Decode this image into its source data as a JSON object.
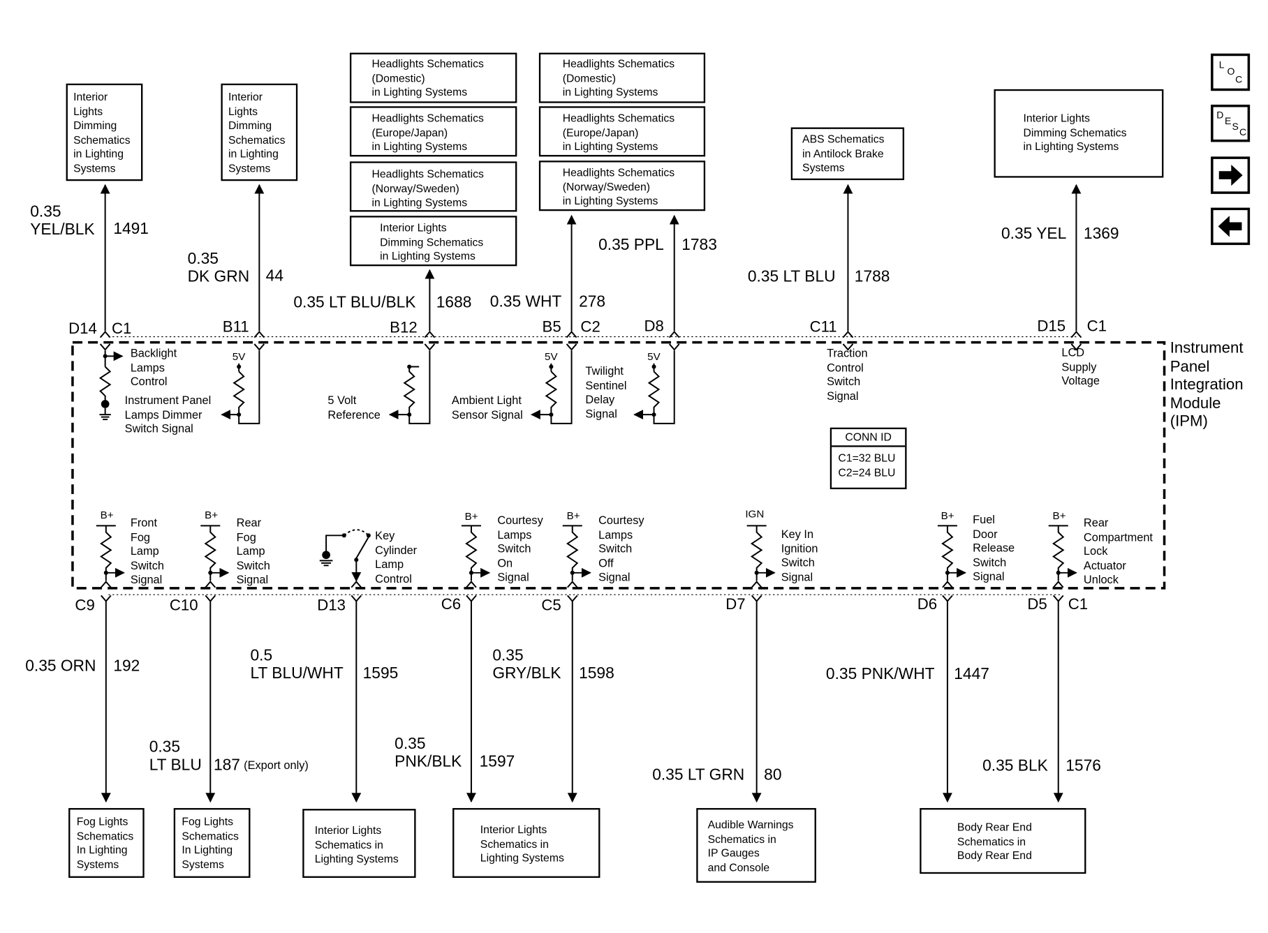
{
  "module_label": "Instrument\nPanel\nIntegration\nModule\n(IPM)",
  "conn_id": {
    "title": "CONN ID",
    "lines": "C1=32 BLU\nC2=24 BLU"
  },
  "nav": {
    "loc_letters": [
      "L",
      "O",
      "C"
    ],
    "desc_letters": [
      "D",
      "E",
      "S",
      "C"
    ],
    "forward_icon": "arrow-right-icon",
    "back_icon": "arrow-left-icon"
  },
  "top_boxes": {
    "d14_dest": "Interior\nLights\nDimming\nSchematics\nin Lighting\nSystems",
    "b11_dest": "Interior\nLights\nDimming\nSchematics\nin Lighting\nSystems",
    "b12_dest_1": "Headlights Schematics\n(Domestic)\nin Lighting Systems",
    "b12_dest_2": "Headlights Schematics\n(Europe/Japan)\nin Lighting Systems",
    "b12_dest_3": "Headlights Schematics\n(Norway/Sweden)\nin Lighting Systems",
    "b12_dest_4": "Interior Lights\nDimming Schematics\nin Lighting Systems",
    "b5_dest_1": "Headlights Schematics\n(Domestic)\nin Lighting Systems",
    "b5_dest_2": "Headlights Schematics\n(Europe/Japan)\nin Lighting Systems",
    "b5_dest_3": "Headlights Schematics\n(Norway/Sweden)\nin Lighting Systems",
    "c11_dest": "ABS Schematics\nin Antilock Brake\nSystems",
    "d15_dest": "Interior Lights\nDimming Schematics\nin Lighting Systems"
  },
  "bottom_boxes": {
    "c9_dest": "Fog Lights\nSchematics\nIn Lighting\nSystems",
    "c10_dest": "Fog Lights\nSchematics\nIn Lighting\nSystems",
    "d13_dest": "Interior Lights\nSchematics in\nLighting Systems",
    "c6_c5_dest": "Interior Lights\nSchematics in\nLighting Systems",
    "d7_dest": "Audible Warnings\nSchematics in\nIP Gauges\nand Console",
    "d6_d5_dest": "Body Rear End\nSchematics in\nBody Rear End"
  },
  "top_wires": {
    "d14": {
      "size_color": "0.35\nYEL/BLK",
      "circuit": "1491"
    },
    "b11": {
      "size_color": "0.35\nDK GRN",
      "circuit": "44"
    },
    "b12": {
      "size_color": "0.35 LT BLU/BLK",
      "circuit": "1688"
    },
    "b5": {
      "size_color": "0.35 WHT",
      "circuit": "278"
    },
    "d8": {
      "size_color": "0.35 PPL",
      "circuit": "1783"
    },
    "c11": {
      "size_color": "0.35 LT BLU",
      "circuit": "1788"
    },
    "d15": {
      "size_color": "0.35 YEL",
      "circuit": "1369"
    }
  },
  "bottom_wires": {
    "c9": {
      "size_color": "0.35 ORN",
      "circuit": "192"
    },
    "c10": {
      "size_color": "0.35\nLT BLU",
      "circuit": "187",
      "note": "(Export only)"
    },
    "d13": {
      "size_color": "0.5\nLT BLU/WHT",
      "circuit": "1595"
    },
    "c6": {
      "size_color": "0.35\nPNK/BLK",
      "circuit": "1597"
    },
    "c5": {
      "size_color": "0.35\nGRY/BLK",
      "circuit": "1598"
    },
    "d7": {
      "size_color": "0.35 LT GRN",
      "circuit": "80"
    },
    "d6": {
      "size_color": "0.35 PNK/WHT",
      "circuit": "1447"
    },
    "d5": {
      "size_color": "0.35 BLK",
      "circuit": "1576"
    }
  },
  "pins_top": {
    "d14": "D14",
    "c1a": "C1",
    "b11": "B11",
    "b12": "B12",
    "b5": "B5",
    "c2": "C2",
    "d8": "D8",
    "c11": "C11",
    "d15": "D15",
    "c1b": "C1"
  },
  "pins_bottom": {
    "c9": "C9",
    "c10": "C10",
    "d13": "D13",
    "c6": "C6",
    "c5": "C5",
    "d7": "D7",
    "d6": "D6",
    "d5": "D5",
    "c1": "C1"
  },
  "supply": {
    "five_v": "5V",
    "b_plus": "B+",
    "ign": "IGN"
  },
  "signals_top": {
    "backlight": "Backlight\nLamps\nControl",
    "dimmer": "Instrument Panel\nLamps Dimmer\nSwitch Signal",
    "five_volt_ref": "5 Volt\nReference",
    "ambient": "Ambient Light\nSensor Signal",
    "twilight": "Twilight\nSentinel\nDelay\nSignal",
    "traction": "Traction\nControl\nSwitch\nSignal",
    "lcd": "LCD\nSupply\nVoltage"
  },
  "signals_bottom": {
    "front_fog": "Front\nFog\nLamp\nSwitch\nSignal",
    "rear_fog": "Rear\nFog\nLamp\nSwitch\nSignal",
    "key_cyl": "Key\nCylinder\nLamp\nControl",
    "courtesy_on": "Courtesy\nLamps\nSwitch\nOn\nSignal",
    "courtesy_off": "Courtesy\nLamps\nSwitch\nOff\nSignal",
    "key_in": "Key In\nIgnition\nSwitch\nSignal",
    "fuel_door": "Fuel\nDoor\nRelease\nSwitch\nSignal",
    "rear_comp": "Rear\nCompartment\nLock\nActuator\nUnlock"
  }
}
